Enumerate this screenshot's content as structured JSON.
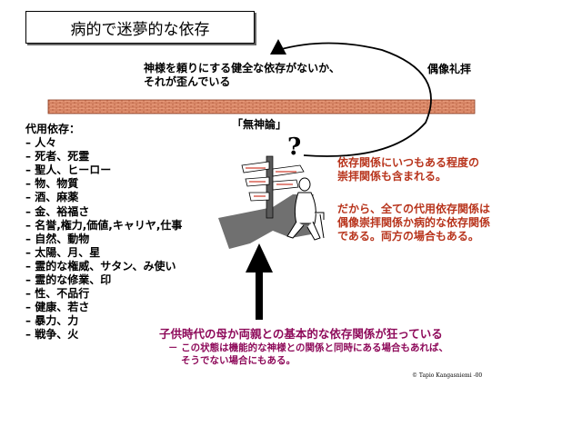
{
  "title": "病的で迷夢的な依存",
  "healthy_dependence": [
    "神様を頼りにする健全な依存がないか、",
    "それが歪んでいる"
  ],
  "idolatry_label": "偶像礼拝",
  "atheism_label": "「無神論」",
  "question_mark": "?",
  "substitute_list": {
    "heading": "代用依存：",
    "items": [
      "人々",
      "死者、死霊",
      "聖人、ヒーロー",
      "物、物質",
      "酒、麻薬",
      "金、裕福さ",
      "名誉,権力,価値,キャリヤ,仕事",
      "自然、動物",
      "太陽、月、星",
      "霊的な権威、サタン、み使い",
      "霊的な修業、印",
      "性、不品行",
      "健康、若さ",
      "暴力、力",
      "戦争、火"
    ]
  },
  "red_note_1": [
    "依存関係にいつもある程度の",
    "崇拝関係も含まれる。"
  ],
  "red_note_2": [
    "だから、全ての代用依存関係は",
    "偶像崇拝関係か病的な依存関係",
    "である。両方の場合もある。"
  ],
  "childhood_main": "子供時代の母か両親との基本的な依存関係が狂っている",
  "childhood_sub": [
    "－ この状態は機能的な神様との関係と同時にある場合もあれば、",
    "そうでない場合にもある。"
  ],
  "copyright": "© Tapio Kangasniemi -00",
  "colors": {
    "red_text": "#b8341c",
    "purple_text": "#8e0a5a",
    "brick": "#d9805c",
    "shadow_gray": "#707070"
  }
}
